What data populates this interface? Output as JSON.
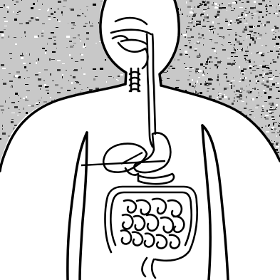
{
  "figure": {
    "subject": "human-digestive-system",
    "colors": {
      "ink": "#000000",
      "paper": "#ffffff",
      "noise_dark": "#3a3a3a",
      "noise_mid": "#8a8a8a",
      "noise_light": "#c8c8c8"
    },
    "parts": [
      "mouth",
      "tongue",
      "esophagus",
      "trachea",
      "liver",
      "gallbladder",
      "stomach",
      "pancreas",
      "small-intestine",
      "large-intestine",
      "rectum"
    ],
    "pointer": "arrow-line-into-liver"
  }
}
